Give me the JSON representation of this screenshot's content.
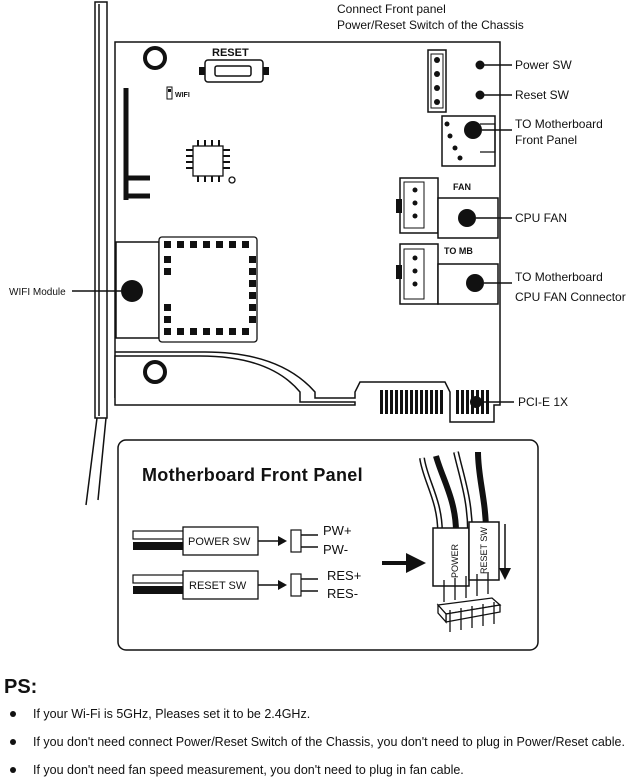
{
  "card": {
    "top_label_1": "Connect Front panel",
    "top_label_2": "Power/Reset Switch of the Chassis",
    "reset_button_label": "RESET",
    "wifi_led_label": "WIFI",
    "callouts": {
      "power_sw": "Power SW",
      "reset_sw": "Reset SW",
      "to_mb_front_1": "TO Motherboard",
      "to_mb_front_2": "Front Panel",
      "fan_header": "FAN",
      "cpu_fan": "CPU FAN",
      "to_mb_header": "TO MB",
      "to_mb_cpu_1": "TO Motherboard",
      "to_mb_cpu_2": "CPU FAN Connector",
      "wifi_module": "WIFI Module",
      "pcie": "PCI-E 1X"
    }
  },
  "inset": {
    "title": "Motherboard Front Panel",
    "power_sw_box": "POWER SW",
    "reset_sw_box": "RESET SW",
    "pw_plus": "PW+",
    "pw_minus": "PW-",
    "res_plus": "RES+",
    "res_minus": "RES-",
    "connector_power": "POWER",
    "connector_reset": "RESET SW"
  },
  "ps": {
    "title": "PS:",
    "notes": [
      "If your Wi-Fi is 5GHz, Pleases set it to be 2.4GHz.",
      "If you don't need connect Power/Reset Switch of the Chassis, you don't need to plug in Power/Reset cable.",
      "If you don't need fan speed measurement, you don't need to plug in fan cable."
    ]
  }
}
